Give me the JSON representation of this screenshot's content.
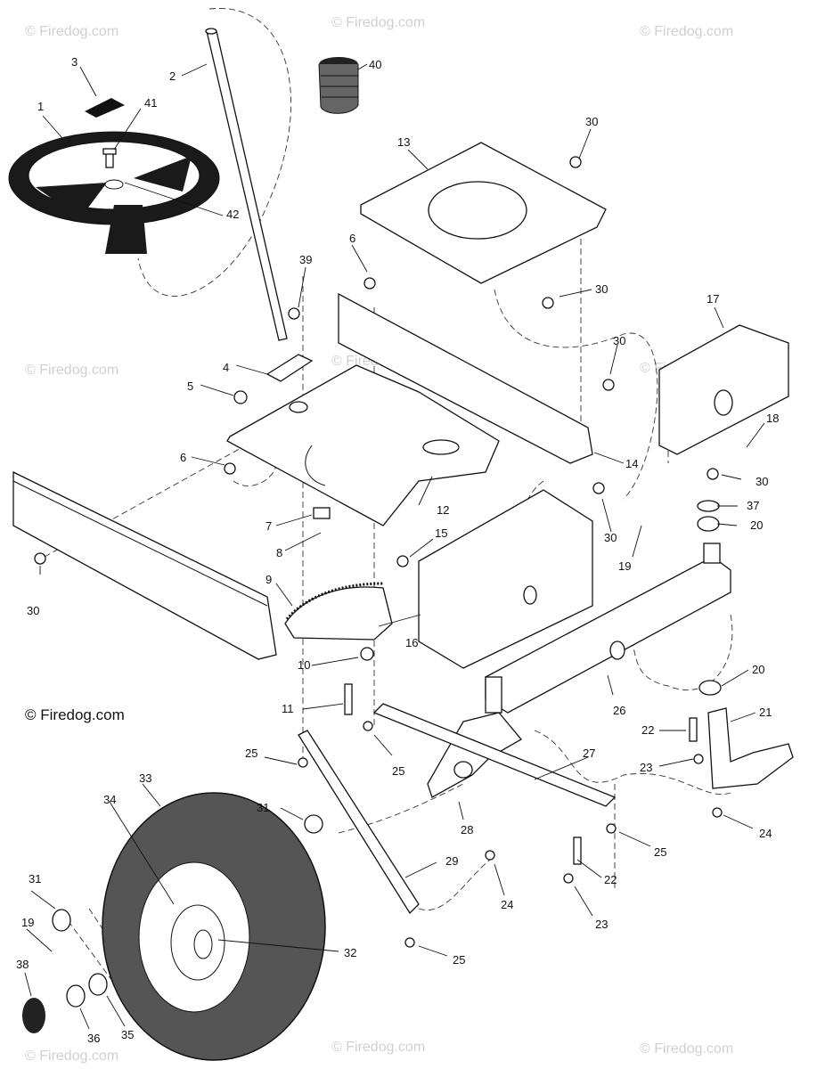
{
  "watermarks": [
    "© Firedog.com",
    "© Firedog.com",
    "© Firedog.com",
    "© Firedog.com",
    "© Firedog.com",
    "© Firedog.com",
    "© Firedog.com",
    "© Firedog.com",
    "© Firedog.com"
  ],
  "copyright": "© Firedog.com",
  "callouts": [
    "1",
    "2",
    "3",
    "4",
    "5",
    "6",
    "6",
    "7",
    "8",
    "9",
    "10",
    "11",
    "12",
    "13",
    "14",
    "15",
    "16",
    "17",
    "18",
    "19",
    "19",
    "20",
    "20",
    "21",
    "22",
    "22",
    "23",
    "23",
    "24",
    "24",
    "25",
    "25",
    "25",
    "25",
    "26",
    "27",
    "28",
    "29",
    "30",
    "30",
    "30",
    "30",
    "30",
    "30",
    "31",
    "31",
    "32",
    "33",
    "34",
    "35",
    "36",
    "37",
    "38",
    "39",
    "40",
    "41",
    "42"
  ]
}
